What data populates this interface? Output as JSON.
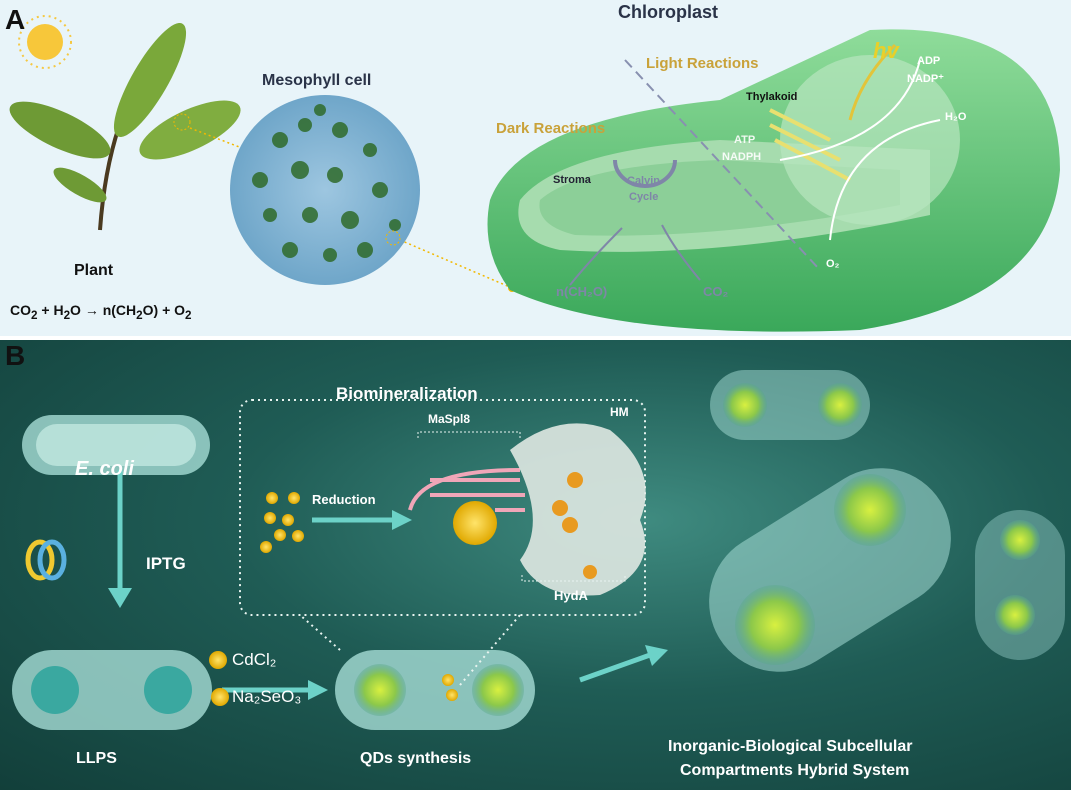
{
  "panel_a": {
    "label": "A",
    "chloroplast_title": "Chloroplast",
    "mesophyll_title": "Mesophyll cell",
    "plant_label": "Plant",
    "equation": {
      "lhs": "CO",
      "s1": "2",
      "mid": " + H",
      "s2": "2",
      "mid2": "O → n(CH",
      "s3": "2",
      "rhs": "O) + O",
      "s4": "2"
    },
    "light_reactions": "Light Reactions",
    "dark_reactions": "Dark Reactions",
    "thylakoid": "Thylakoid",
    "atp": "ATP",
    "nadph": "NADPH",
    "stroma": "Stroma",
    "calvin": "Calvin",
    "cycle": "Cycle",
    "nch2o": "n(CH₂O)",
    "co2": "CO₂",
    "o2": "O₂",
    "h2o": "H₂O",
    "adp": "ADP",
    "nadp": "NADP⁺",
    "hv": "hv"
  },
  "panel_b": {
    "label": "B",
    "biomineralization": "Biomineralization",
    "maspl8": "MaSpl8",
    "hm": "HM",
    "reduction": "Reduction",
    "hyda": "HydA",
    "ecoli": "E. coli",
    "iptg": "IPTG",
    "cdcl2": "CdCl₂",
    "na2seo3": "Na₂SeO₃",
    "llps": "LLPS",
    "qds": "QDs synthesis",
    "hybrid_line1": "Inorganic-Biological Subcellular",
    "hybrid_line2": "Compartments Hybrid System"
  }
}
